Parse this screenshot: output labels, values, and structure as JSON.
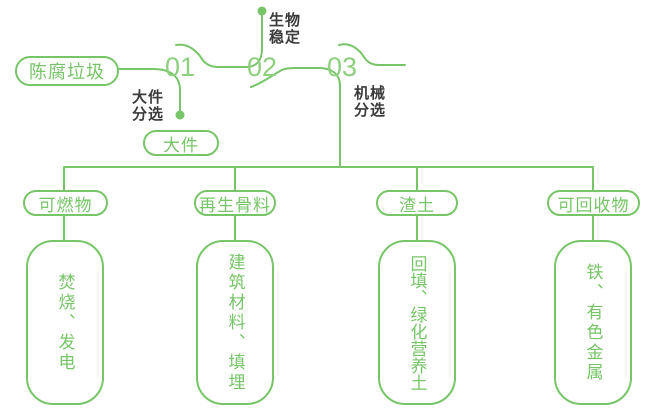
{
  "colors": {
    "green": "#76c567",
    "number-green": "#8ed07e",
    "dark": "#3b3b3b",
    "bg": "#ffffff"
  },
  "flow": {
    "source": "陈腐垃圾",
    "steps": [
      {
        "number": "01",
        "label": "大件\n分选",
        "output": "大件"
      },
      {
        "number": "02",
        "label": "生物\n稳定"
      },
      {
        "number": "03",
        "label": "机械\n分选"
      }
    ]
  },
  "categories": [
    {
      "name": "可燃物",
      "detail": "焚烧、发电"
    },
    {
      "name": "再生骨料",
      "detail": "建筑材料、填埋"
    },
    {
      "name": "渣土",
      "detail": "回填、绿化营养土"
    },
    {
      "name": "可回收物",
      "detail": "铁、有色金属"
    }
  ]
}
